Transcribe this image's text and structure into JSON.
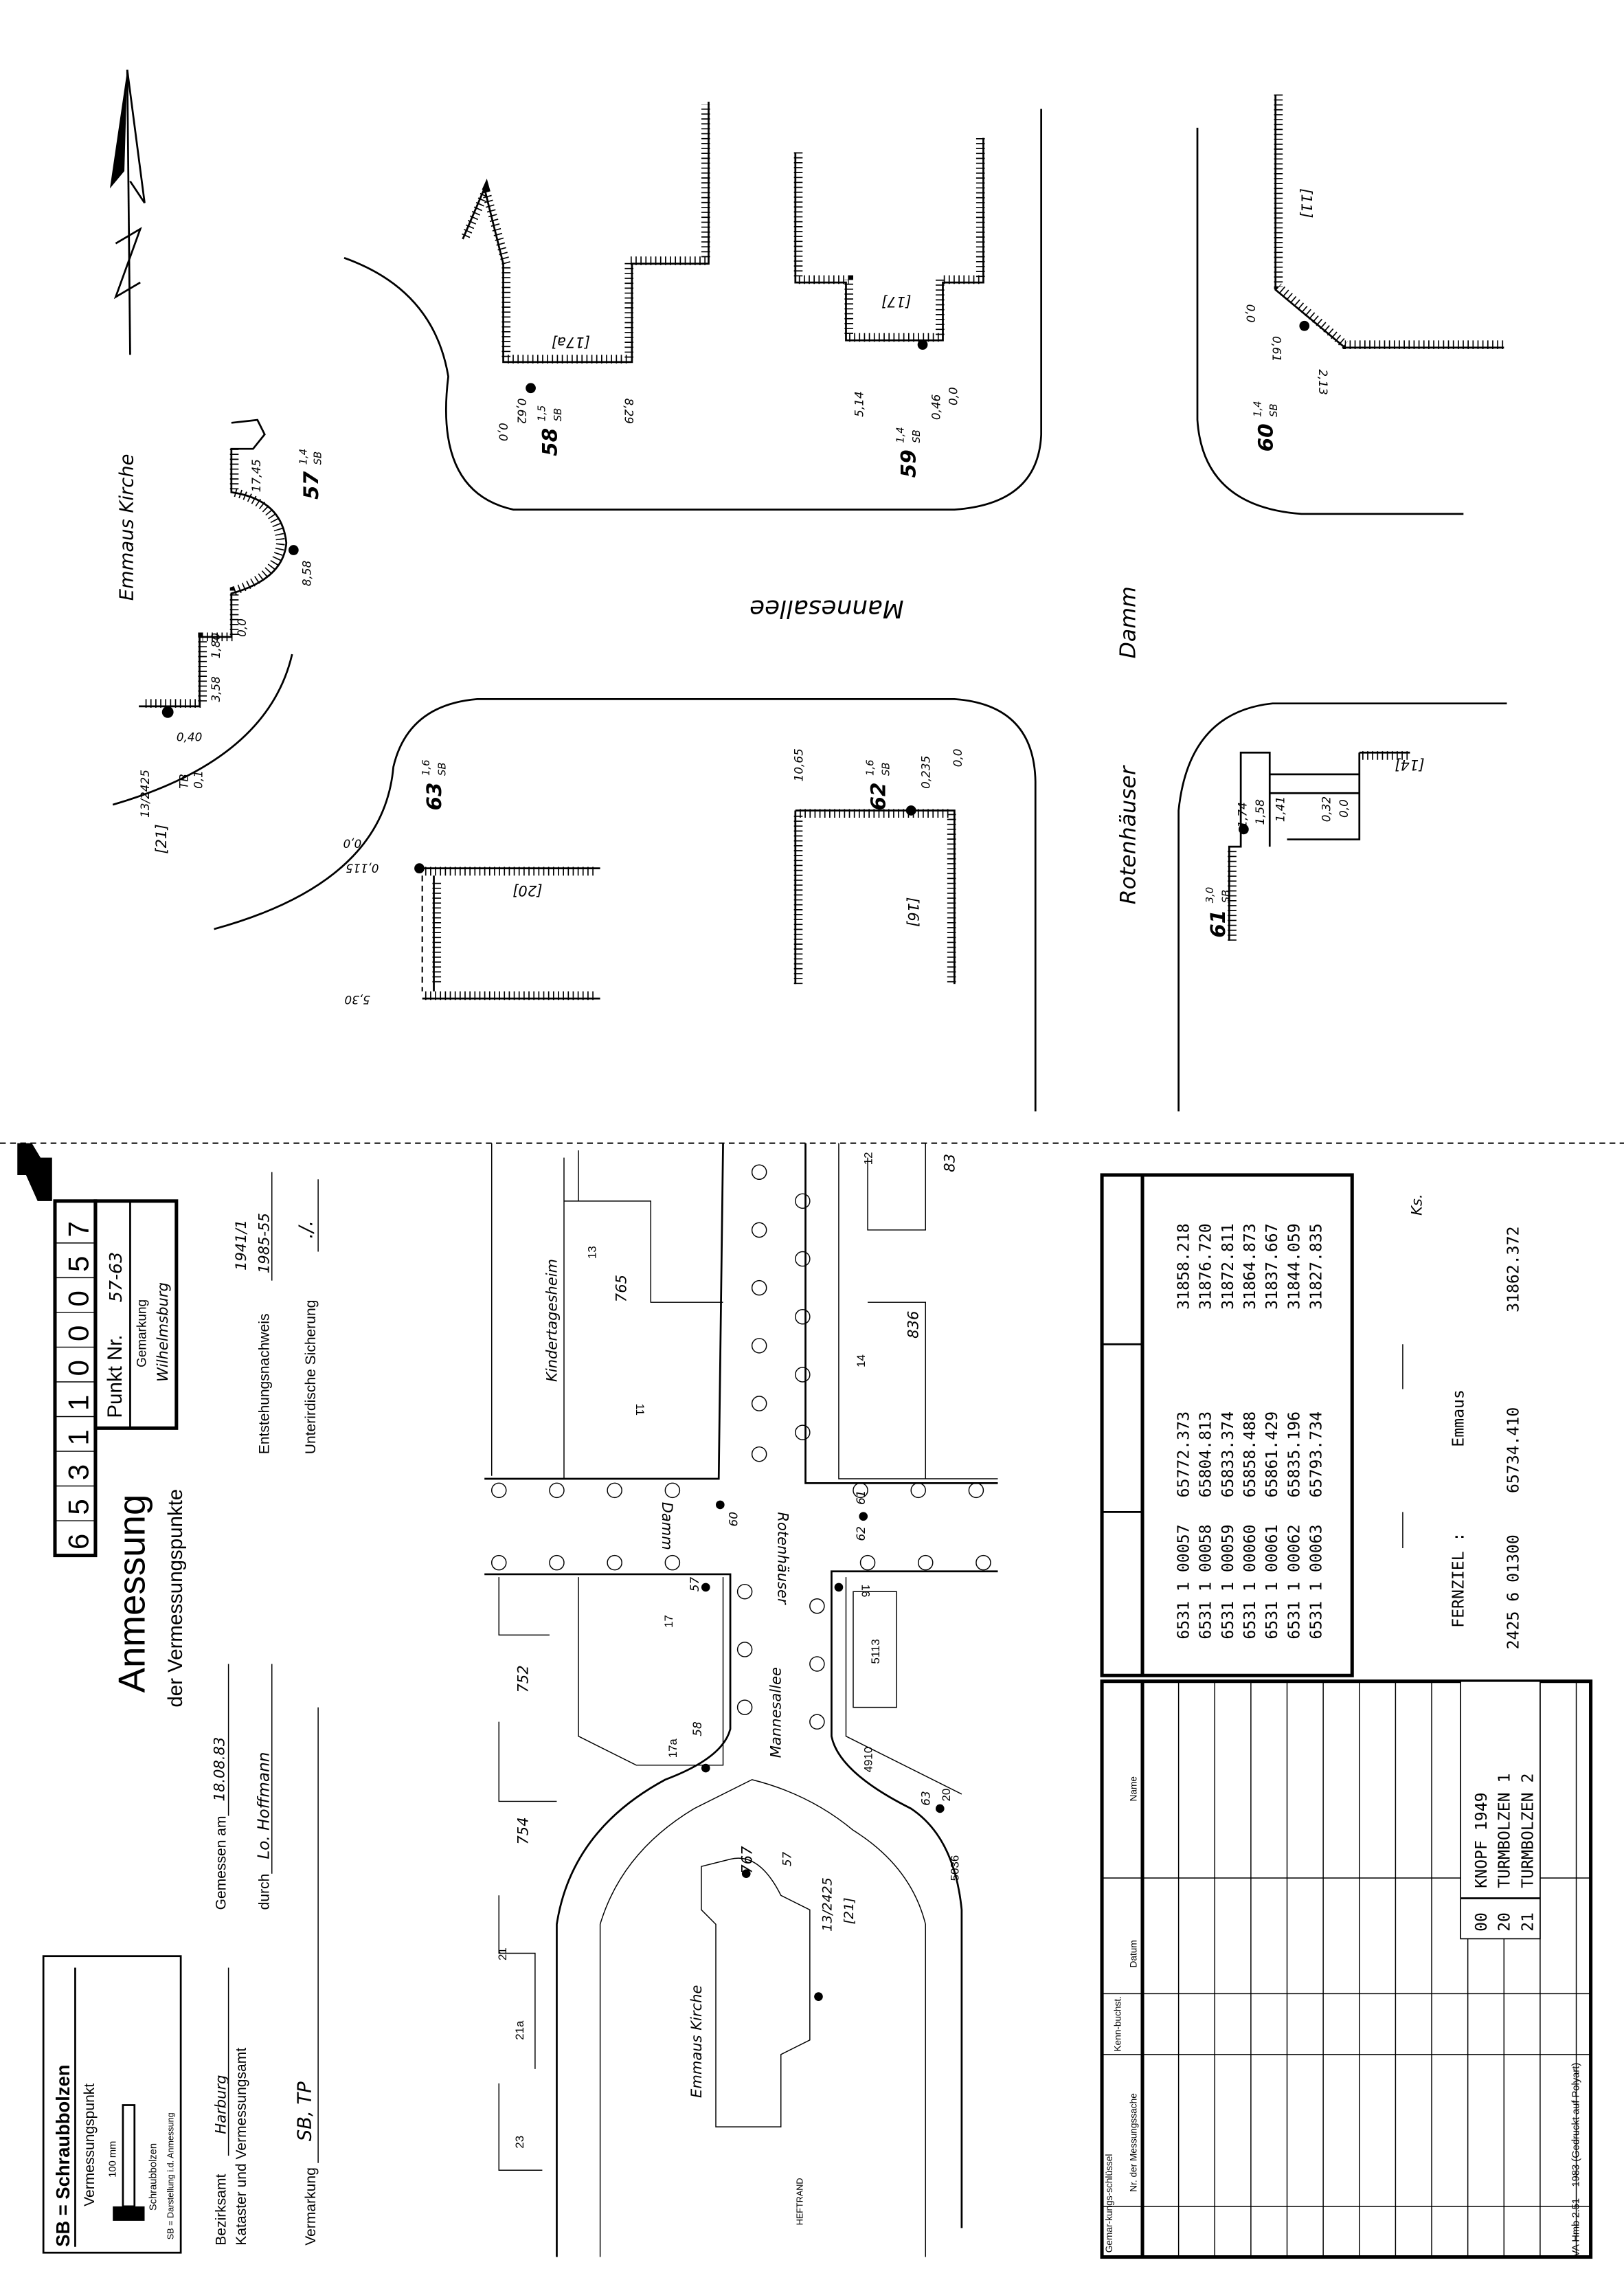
{
  "sketch": {
    "north_label": "N",
    "church_label": "Emmaus Kirche",
    "street_1": "Mannesallee",
    "street_2a": "Rotenhäuser",
    "street_2b": "Damm",
    "buildings": [
      "[17a]",
      "[17]",
      "[11]",
      "[20]",
      "[16]",
      "[14]",
      "[21]"
    ],
    "points": [
      {
        "nr": "57",
        "sup": "1,4",
        "sub": "SB"
      },
      {
        "nr": "58",
        "sup": "1,5",
        "sub": "SB"
      },
      {
        "nr": "59",
        "sup": "1,4",
        "sub": "SB"
      },
      {
        "nr": "60",
        "sup": "1,4",
        "sub": "SB"
      },
      {
        "nr": "61",
        "sup": "3,0",
        "sub": "SB"
      },
      {
        "nr": "62",
        "sup": "1,6",
        "sub": "SB"
      },
      {
        "nr": "63",
        "sup": "1,6",
        "sub": "SB"
      }
    ],
    "measures": {
      "m57a": "17,45",
      "m57b": "8,58",
      "m57c": "1,80",
      "m57d": "0,0",
      "m57e": "3,58",
      "m21a": "0,40",
      "m21b": "13/2425",
      "m21c": "TB",
      "m21d": "0,1",
      "m58a": "0,0",
      "m58b": "0,62",
      "m58c": "8,29",
      "m59a": "5,14",
      "m59b": "0,46",
      "m59c": "0,0",
      "m60a": "0,0",
      "m60b": "0,61",
      "m60c": "2,13",
      "m61a": "1,74",
      "m61b": "1,58",
      "m61c": "1,41",
      "m61d": "0,32",
      "m61e": "0,0",
      "m62a": "10,65",
      "m62b": "0,235",
      "m62c": "0,0",
      "m63a": "0,0",
      "m63b": "0,115",
      "m63c": "5,30"
    }
  },
  "legend": {
    "title": "SB = Schraubbolzen",
    "subtitle": "Vermessungspunkt",
    "dim": "100 mm",
    "bolt": "Schraubbolzen",
    "note": "SB = Darstellung i.d. Anmessung"
  },
  "form": {
    "title": "Anmessung",
    "subtitle": "der Vermessungspunkte",
    "number_digits": [
      "6",
      "5",
      "3",
      "1",
      "1",
      "0",
      "0",
      "0",
      "5",
      "7"
    ],
    "punkt_label": "Punkt Nr.",
    "punkt_value": "57-63",
    "gemarkung_label": "Gemarkung",
    "gemarkung_value": "Wilhelmsburg",
    "bezirksamt_label": "Bezirksamt",
    "bezirksamt_value": "Harburg",
    "kataster_label": "Kataster und Vermessungsamt",
    "gemessen_label": "Gemessen am",
    "gemessen_value": "18.08.83",
    "durch_label": "durch",
    "durch_value": "Lo. Hoffmann",
    "entstehung_label": "Entstehungsnachweis",
    "entstehung_value1": "1941/1",
    "entstehung_value2": "1985-55",
    "vermarkung_label": "Vermarkung",
    "vermarkung_value": "SB, TP",
    "sicherung_label": "Unterirdische Sicherung",
    "sicherung_value": "./."
  },
  "map": {
    "labels": {
      "kita": "Kindertagesheim",
      "p765": "765",
      "h13": "13",
      "p836": "836",
      "h14": "14",
      "h12": "12",
      "p83": "83",
      "h11": "11",
      "pt60": "60",
      "pt61": "61",
      "street_a": "Rotenhäuser",
      "street_b": "Damm",
      "street_c": "Mannesallee",
      "p752": "752",
      "p754": "754",
      "h17": "17",
      "pt57b": "57",
      "h17a": "17a",
      "pt58": "58",
      "h16": "16",
      "pt62": "62",
      "p5113": "5113",
      "p4910": "4910",
      "h20": "20",
      "pt63": "63",
      "p5036": "5036",
      "p767": "767",
      "pt57": "57",
      "p13": "13/2425",
      "p21b": "[21]",
      "church": "Emmaus Kirche",
      "h21": "21",
      "h21a": "21a",
      "h23": "23",
      "heftrand": "HEFTRAND"
    }
  },
  "coords": {
    "rows": [
      {
        "id": "6531 1 00057",
        "x": "65772.373",
        "y": "31858.218"
      },
      {
        "id": "6531 1 00058",
        "x": "65804.813",
        "y": "31876.720"
      },
      {
        "id": "6531 1 00059",
        "x": "65833.374",
        "y": "31872.811"
      },
      {
        "id": "6531 1 00060",
        "x": "65858.488",
        "y": "31864.873"
      },
      {
        "id": "6531 1 00061",
        "x": "65861.429",
        "y": "31837.667"
      },
      {
        "id": "6531 1 00062",
        "x": "65835.196",
        "y": "31844.059"
      },
      {
        "id": "6531 1 00063",
        "x": "65793.734",
        "y": "31827.835"
      }
    ],
    "fernziel_label": "FERNZIEL :",
    "fernziel_name": "Emmaus",
    "fernziel_id": "2425 6 01300",
    "fernziel_x": "65734.410",
    "fernziel_y": "31862.372",
    "initials": "Ks."
  },
  "history": {
    "headers": [
      "Gemar-kungs-schlüssel",
      "Nr. der Messungssache",
      "Kenn-buchst.",
      "Datum",
      "Name"
    ],
    "codes": [
      {
        "code": "00",
        "label": "KNOPF 1949"
      },
      {
        "code": "20",
        "label": "TURMBOLZEN 1"
      },
      {
        "code": "21",
        "label": "TURMBOLZEN 2"
      }
    ],
    "footer": "VA Hmb 2.51 – 1983 (Gedruckt auf Polyart)"
  }
}
